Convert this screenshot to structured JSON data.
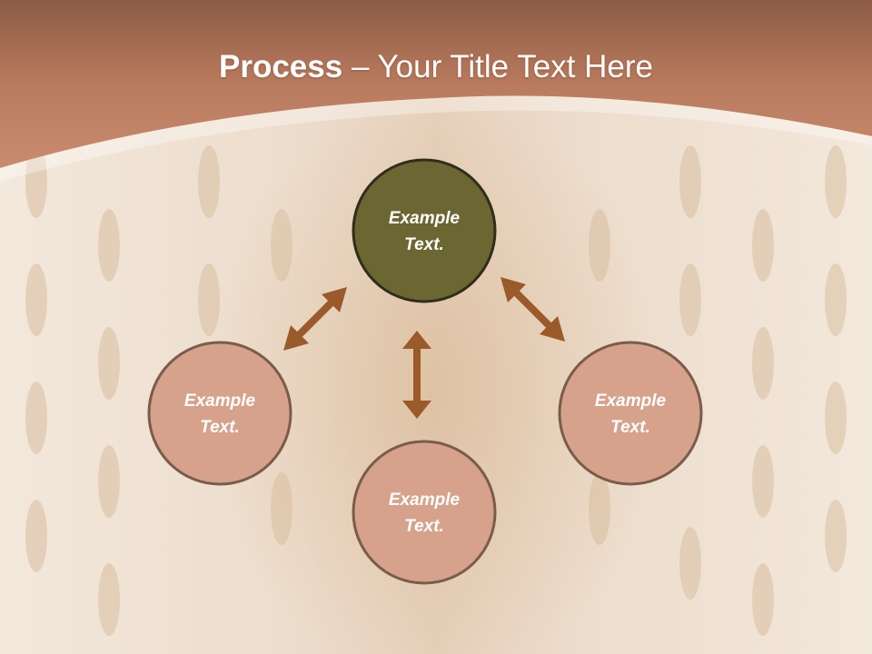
{
  "slide": {
    "title_bold": "Process",
    "title_rest": " – Your Title Text Here"
  },
  "colors": {
    "header": "#b87a5e",
    "center_node_fill": "#6b6632",
    "outer_node_fill": "#d6a28c",
    "node_stroke": "#7a5c4a",
    "arrow": "#9a5a2a"
  },
  "diagram": {
    "center": {
      "line1": "Example",
      "line2": "Text."
    },
    "left": {
      "line1": "Example",
      "line2": "Text."
    },
    "right": {
      "line1": "Example",
      "line2": "Text."
    },
    "bottom": {
      "line1": "Example",
      "line2": "Text."
    }
  }
}
